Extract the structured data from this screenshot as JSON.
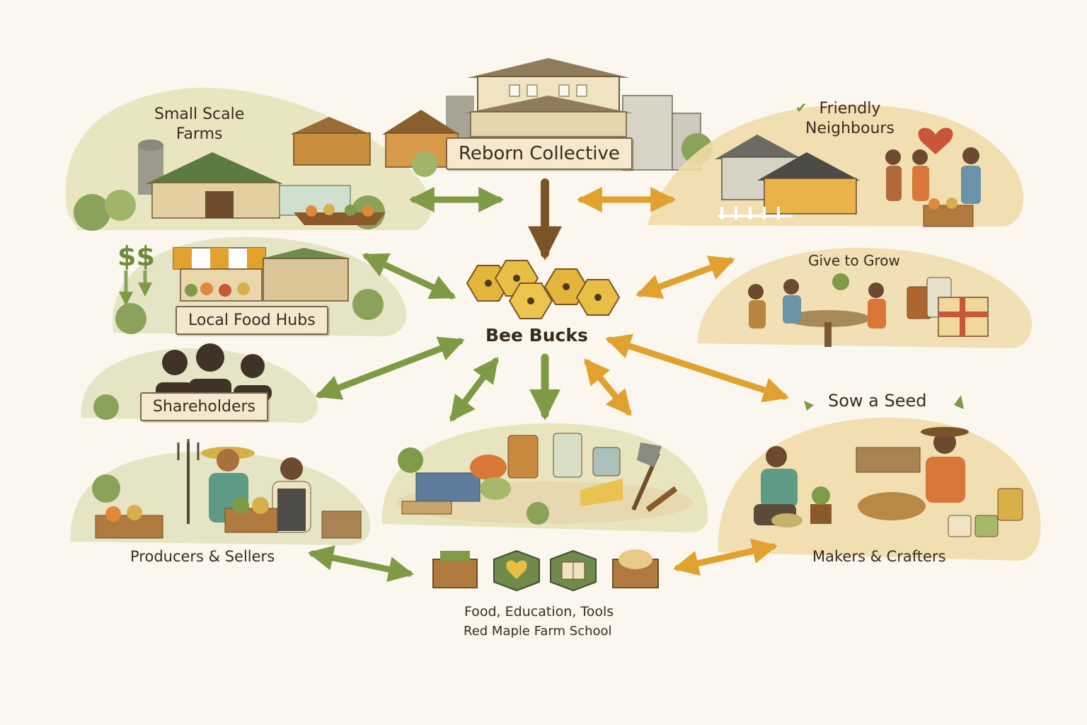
{
  "nodes": {
    "reborn_collective": "Reborn Collective",
    "small_scale_farms": "Small Scale\nFarms",
    "friendly_neighbours": "Friendly\nNeighbours",
    "local_food_hubs": "Local Food Hubs",
    "give_to_grow": "Give to Grow",
    "bee_bucks": "Bee Bucks",
    "shareholders": "Shareholders",
    "sow_a_seed": "Sow a Seed",
    "producers_sellers": "Producers & Sellers",
    "makers_crafters": "Makers & Crafters",
    "food_education_tools": "Food, Education, Tools",
    "red_maple": "Red Maple Farm School"
  },
  "dollar_signs": "$$",
  "colors": {
    "green_arrow": "#7f9a45",
    "orange_arrow": "#e0a12e",
    "brown_arrow": "#7a5426",
    "coin": "#e3b53a",
    "background": "#fbf7ee"
  }
}
